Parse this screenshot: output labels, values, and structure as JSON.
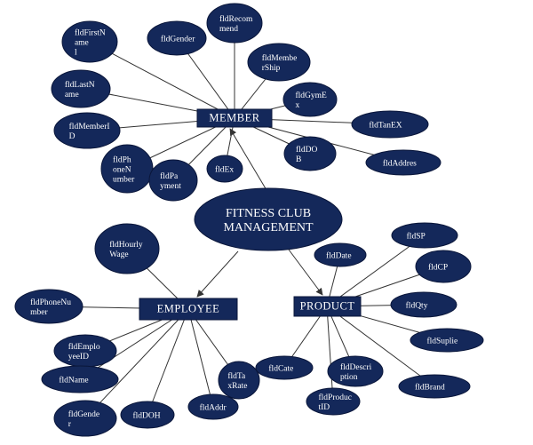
{
  "colors": {
    "node_fill": "#14285a",
    "edge": "#333333",
    "text": "#ffffff"
  },
  "center": {
    "id": "center",
    "lines": [
      "FITNESS CLUB",
      "MANAGEMENT"
    ]
  },
  "entities": [
    {
      "id": "member",
      "lines": [
        "MEMBER"
      ]
    },
    {
      "id": "employee",
      "lines": [
        "EMPLOYEE"
      ]
    },
    {
      "id": "product",
      "lines": [
        "PRODUCT"
      ]
    }
  ],
  "attributes": [
    {
      "id": "m-firstname",
      "entity": "member",
      "lines": [
        "fldFirstN",
        "ame",
        "l"
      ]
    },
    {
      "id": "m-gender",
      "entity": "member",
      "lines": [
        "fldGender"
      ]
    },
    {
      "id": "m-recommend",
      "entity": "member",
      "lines": [
        "fldRecom",
        "mend"
      ]
    },
    {
      "id": "m-membership",
      "entity": "member",
      "lines": [
        "fldMembe",
        "rShip"
      ]
    },
    {
      "id": "m-gymex",
      "entity": "member",
      "lines": [
        "fldGymE",
        "x"
      ]
    },
    {
      "id": "m-lastname",
      "entity": "member",
      "lines": [
        "fldLastN",
        "ame"
      ]
    },
    {
      "id": "m-memberid",
      "entity": "member",
      "lines": [
        "fldMemberI",
        "D"
      ]
    },
    {
      "id": "m-phone",
      "entity": "member",
      "lines": [
        "fldPh",
        "oneN",
        "umber"
      ]
    },
    {
      "id": "m-payment",
      "entity": "member",
      "lines": [
        "fldPa",
        "yment"
      ]
    },
    {
      "id": "m-ex",
      "entity": "member",
      "lines": [
        "fldEx"
      ]
    },
    {
      "id": "m-dob",
      "entity": "member",
      "lines": [
        "fldDO",
        "B"
      ]
    },
    {
      "id": "m-tanex",
      "entity": "member",
      "lines": [
        "fldTanEX"
      ]
    },
    {
      "id": "m-address",
      "entity": "member",
      "lines": [
        "fldAddres"
      ]
    },
    {
      "id": "e-hourlywage",
      "entity": "employee",
      "lines": [
        "fldHourly",
        "Wage"
      ]
    },
    {
      "id": "e-phone",
      "entity": "employee",
      "lines": [
        "fldPhoneNu",
        "mber"
      ]
    },
    {
      "id": "e-employeeid",
      "entity": "employee",
      "lines": [
        "fldEmplo",
        "yeeID"
      ]
    },
    {
      "id": "e-name",
      "entity": "employee",
      "lines": [
        "fldName"
      ]
    },
    {
      "id": "e-gender",
      "entity": "employee",
      "lines": [
        "fldGende",
        "r"
      ]
    },
    {
      "id": "e-doh",
      "entity": "employee",
      "lines": [
        "fldDOH"
      ]
    },
    {
      "id": "e-addr",
      "entity": "employee",
      "lines": [
        "fldAddr"
      ]
    },
    {
      "id": "e-taxrate",
      "entity": "employee",
      "lines": [
        "fldTa",
        "xRate"
      ]
    },
    {
      "id": "p-date",
      "entity": "product",
      "lines": [
        "fldDate"
      ]
    },
    {
      "id": "p-sp",
      "entity": "product",
      "lines": [
        "fldSP"
      ]
    },
    {
      "id": "p-cp",
      "entity": "product",
      "lines": [
        "fldCP"
      ]
    },
    {
      "id": "p-qty",
      "entity": "product",
      "lines": [
        "fldQty"
      ]
    },
    {
      "id": "p-supplier",
      "entity": "product",
      "lines": [
        "fldSuplie"
      ]
    },
    {
      "id": "p-brand",
      "entity": "product",
      "lines": [
        "fldBrand"
      ]
    },
    {
      "id": "p-cate",
      "entity": "product",
      "lines": [
        "fldCate"
      ]
    },
    {
      "id": "p-description",
      "entity": "product",
      "lines": [
        "fldDescri",
        "ption"
      ]
    },
    {
      "id": "p-productid",
      "entity": "product",
      "lines": [
        "fldProduc",
        "tID"
      ]
    }
  ]
}
